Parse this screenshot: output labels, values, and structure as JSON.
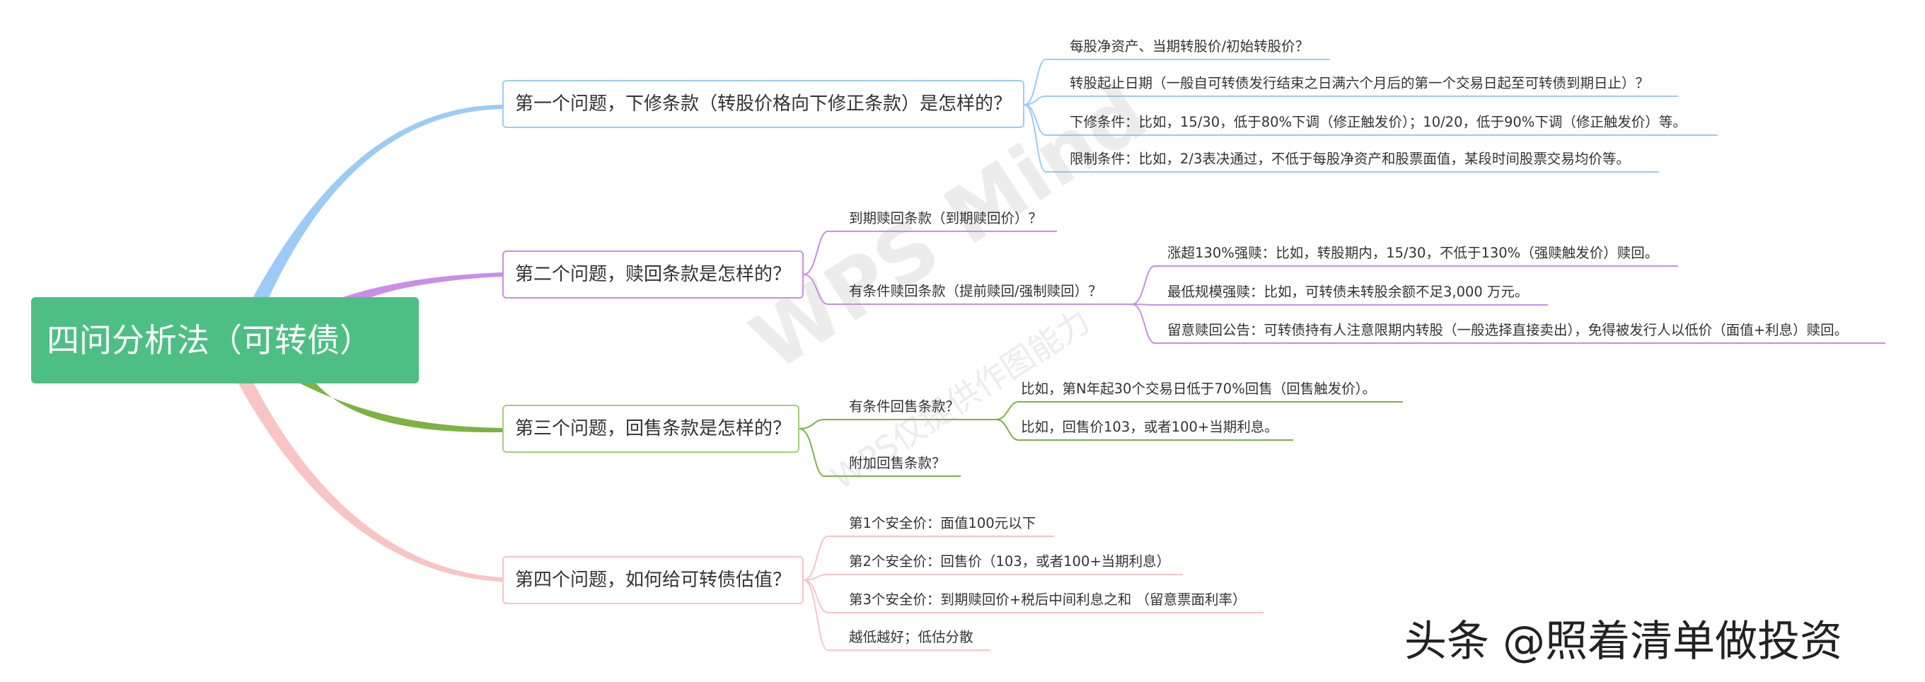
{
  "root": {
    "label": "四问分析法（可转债）",
    "color": "#4ebf84"
  },
  "branches": [
    {
      "label": "第一个问题，下修条款（转股价格向下修正条款）是怎样的？",
      "color": "#9bcbf6",
      "children": [
        {
          "label": "每股净资产、当期转股价/初始转股价？"
        },
        {
          "label": "转股起止日期（一般自可转债发行结束之日满六个月后的第一个交易日起至可转债到期日止）？"
        },
        {
          "label": "下修条件：比如，15/30，低于80%下调（修正触发价）；10/20，低于90%下调（修正触发价）等。"
        },
        {
          "label": "限制条件：比如，2/3表决通过，不低于每股净资产和股票面值，某段时间股票交易均价等。"
        }
      ]
    },
    {
      "label": "第二个问题，赎回条款是怎样的？",
      "color": "#c98ee6",
      "children": [
        {
          "label": "到期赎回条款（到期赎回价）？"
        },
        {
          "label": "有条件赎回条款（提前赎回/强制赎回）？",
          "children": [
            {
              "label": "涨超130%强赎：比如，转股期内，15/30，不低于130%（强赎触发价）赎回。"
            },
            {
              "label": "最低规模强赎：比如，可转债未转股余额不足3,000 万元。"
            },
            {
              "label": "留意赎回公告：可转债持有人注意限期内转股（一般选择直接卖出），免得被发行人以低价（面值+利息）赎回。"
            }
          ]
        }
      ]
    },
    {
      "label": "第三个问题，回售条款是怎样的？",
      "color": "#7cb342",
      "children": [
        {
          "label": "有条件回售条款？",
          "children": [
            {
              "label": "比如，第N年起30个交易日低于70%回售（回售触发价）。"
            },
            {
              "label": "比如，回售价103，或者100+当期利息。"
            }
          ]
        },
        {
          "label": "附加回售条款？"
        }
      ]
    },
    {
      "label": "第四个问题，如何给可转债估值？",
      "color": "#f8c4c4",
      "children": [
        {
          "label": "第1个安全价：面值100元以下"
        },
        {
          "label": "第2个安全价：回售价（103，或者100+当期利息）"
        },
        {
          "label": "第3个安全价：到期赎回价+税后中间利息之和 （留意票面利率）"
        },
        {
          "label": "越低越好；低估分散"
        }
      ]
    }
  ],
  "watermark": {
    "brand": "WPS Mind",
    "sub": "WPS仅提供作图能力"
  },
  "signature": "头条 @照着清单做投资"
}
